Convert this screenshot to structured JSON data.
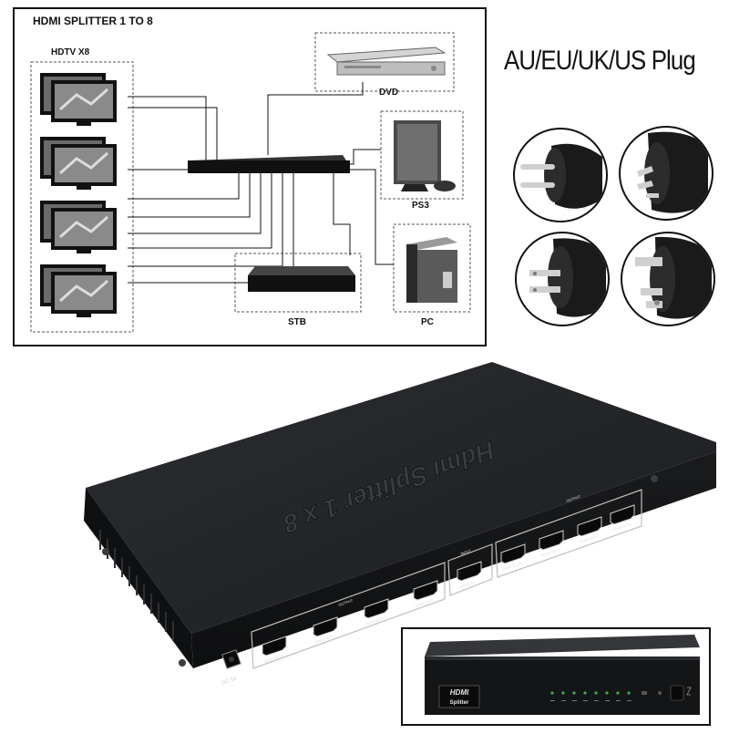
{
  "diagram": {
    "title": "HDMI SPLITTER 1 TO 8",
    "hdtv_label": "HDTV X8",
    "sources": [
      "DVD",
      "PS3",
      "PC",
      "STB"
    ]
  },
  "plugs": {
    "title": "AU/EU/UK/US Plug",
    "icons": [
      "eu-plug-icon",
      "au-plug-icon",
      "us-plug-icon",
      "uk-plug-icon"
    ]
  },
  "device": {
    "top_label": "Hdmi Splitter 1 x 8",
    "output_group_label": "OUTPUT",
    "input_group_label": "INPUT",
    "ports": [
      "HDMI OUT1",
      "HDMI OUT2",
      "HDMI OUT3",
      "HDMI OUT4",
      "HDMI IN",
      "HDMI OUT5",
      "HDMI OUT6",
      "HDMI OUT7",
      "HDMI OUT8"
    ],
    "power_label": "DC 5V"
  },
  "inset": {
    "badge_top": "HDMI",
    "badge_bottom": "Splitter"
  },
  "colors": {
    "device_body": "#1f2124",
    "device_top": "#2b2d30",
    "line": "#111111"
  }
}
